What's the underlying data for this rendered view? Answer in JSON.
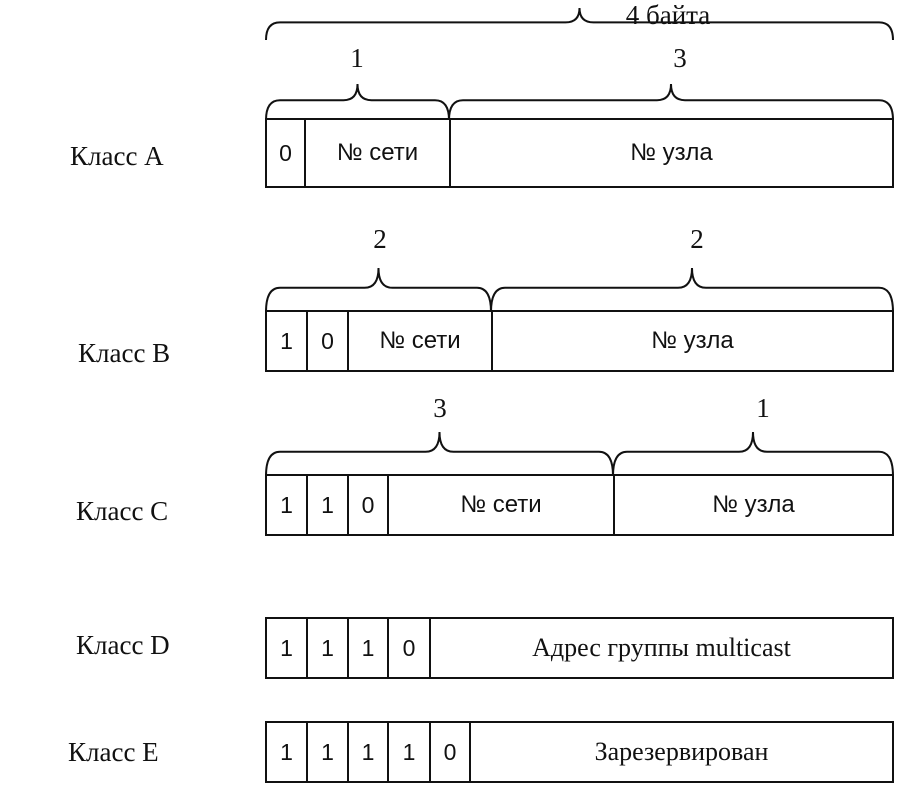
{
  "total_label": "4 байта",
  "classes": [
    {
      "label": "Класс А",
      "bytes": [
        "1",
        "3"
      ],
      "bits": [
        "0"
      ],
      "network_label": "№ сети",
      "host_label": "№ узла"
    },
    {
      "label": "Класс В",
      "bytes": [
        "2",
        "2"
      ],
      "bits": [
        "1",
        "0"
      ],
      "network_label": "№ сети",
      "host_label": "№ узла"
    },
    {
      "label": "Класс С",
      "bytes": [
        "3",
        "1"
      ],
      "bits": [
        "1",
        "1",
        "0"
      ],
      "network_label": "№ сети",
      "host_label": "№ узла"
    },
    {
      "label": "Класс D",
      "bits": [
        "1",
        "1",
        "1",
        "0"
      ],
      "rest_label": "Адрес группы multicast"
    },
    {
      "label": "Класс Е",
      "bits": [
        "1",
        "1",
        "1",
        "1",
        "0"
      ],
      "rest_label": "Зарезервирован"
    }
  ]
}
